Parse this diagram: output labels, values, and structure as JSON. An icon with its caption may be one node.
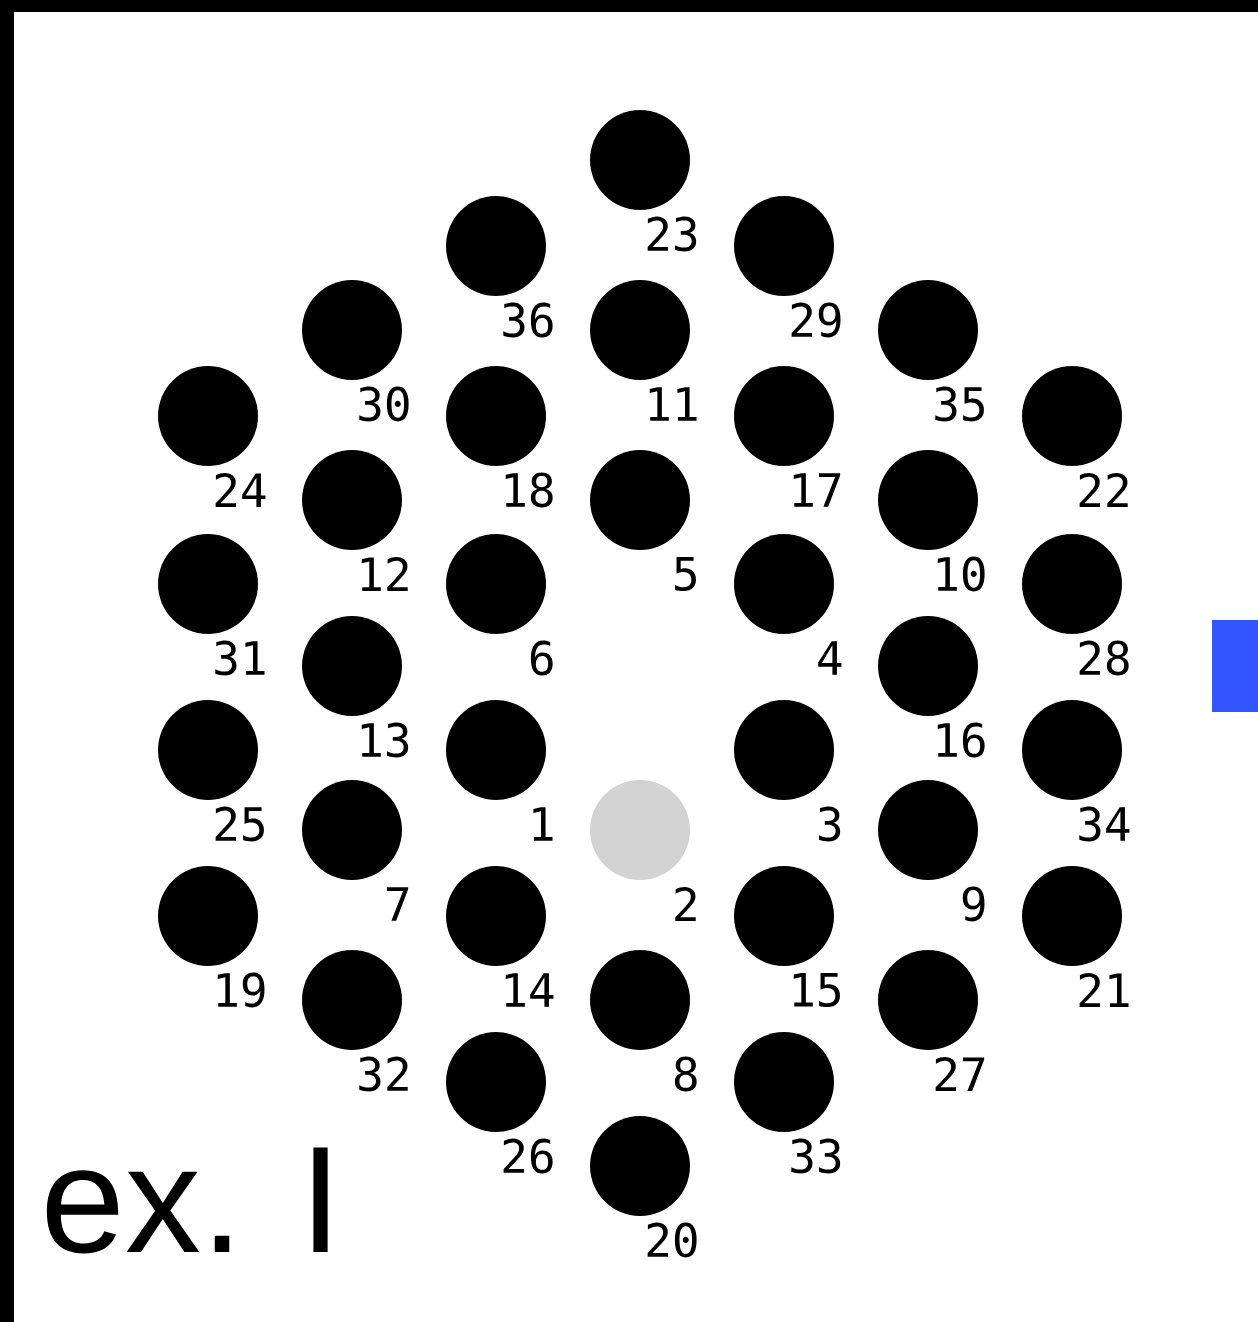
{
  "diagram": {
    "nodes": [
      {
        "text": [],
        "shape": "circle",
        "beside": [
          "23"
        ]
      },
      {
        "text": [],
        "shape": "circle",
        "beside": [
          "36"
        ]
      },
      {
        "text": [],
        "shape": "circle",
        "beside": [
          "29"
        ]
      },
      {
        "text": [],
        "shape": "circle",
        "beside": [
          "30"
        ]
      },
      {
        "text": [],
        "shape": "circle",
        "beside": [
          "11"
        ]
      },
      {
        "text": [],
        "shape": "circle",
        "beside": [
          "35"
        ]
      },
      {
        "text": [],
        "shape": "circle",
        "beside": [
          "24"
        ]
      },
      {
        "text": [],
        "shape": "circle",
        "beside": [
          "18"
        ]
      },
      {
        "text": [],
        "shape": "circle",
        "beside": [
          "17"
        ]
      },
      {
        "text": [],
        "shape": "circle",
        "beside": [
          "22"
        ]
      },
      {
        "text": [],
        "shape": "circle",
        "beside": [
          "12"
        ]
      },
      {
        "text": [],
        "shape": "circle",
        "beside": [
          "5"
        ]
      },
      {
        "text": [],
        "shape": "circle",
        "beside": [
          "10"
        ]
      },
      {
        "text": [],
        "shape": "circle",
        "beside": [
          "31"
        ]
      },
      {
        "text": [],
        "shape": "circle",
        "beside": [
          "6"
        ]
      },
      {
        "text": [],
        "shape": "circle",
        "beside": [
          "4"
        ]
      },
      {
        "text": [],
        "shape": "circle",
        "beside": [
          "28"
        ]
      },
      {
        "text": [],
        "shape": "circle",
        "beside": [
          "13"
        ]
      },
      {
        "text": [],
        "shape": "circle",
        "beside": [
          "16"
        ]
      },
      {
        "text": [],
        "shape": "circle",
        "beside": [
          "25"
        ]
      },
      {
        "text": [],
        "shape": "circle",
        "beside": [
          "1"
        ]
      },
      {
        "text": [],
        "shape": "circle",
        "beside": [
          "3"
        ]
      },
      {
        "text": [],
        "shape": "circle",
        "beside": [
          "34"
        ]
      },
      {
        "text": [],
        "shape": "circle",
        "beside": [
          "7"
        ]
      },
      {
        "text": [],
        "shape": "circle",
        "beside": [
          "2"
        ]
      },
      {
        "text": [],
        "shape": "circle",
        "beside": [
          "9"
        ]
      },
      {
        "text": [],
        "shape": "circle",
        "beside": [
          "19"
        ]
      },
      {
        "text": [],
        "shape": "circle",
        "beside": [
          "14"
        ]
      },
      {
        "text": [],
        "shape": "circle",
        "beside": [
          "15"
        ]
      },
      {
        "text": [],
        "shape": "circle",
        "beside": [
          "21"
        ]
      },
      {
        "text": [],
        "shape": "circle",
        "beside": [
          "32"
        ]
      },
      {
        "text": [],
        "shape": "circle",
        "beside": [
          "8"
        ]
      },
      {
        "text": [],
        "shape": "circle",
        "beside": [
          "27"
        ]
      },
      {
        "text": [],
        "shape": "circle",
        "beside": [
          "26"
        ]
      },
      {
        "text": [],
        "shape": "circle",
        "beside": [
          "33"
        ]
      },
      {
        "text": [],
        "shape": "circle",
        "beside": [
          "20"
        ]
      }
    ],
    "labels": [
      "ex. I"
    ]
  }
}
